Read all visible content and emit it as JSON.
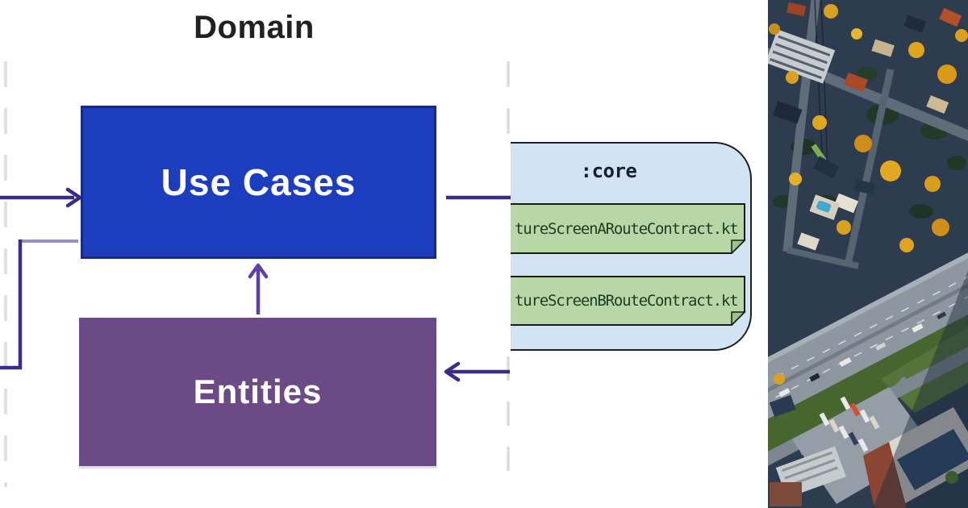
{
  "title": "Domain",
  "boxes": {
    "use_cases": "Use Cases",
    "entities": "Entities"
  },
  "module_card": {
    "title": ":core",
    "files": [
      "tureScreenARouteContract.kt",
      "tureScreenBRouteContract.kt"
    ]
  },
  "colors": {
    "use_cases_box": "#1c3dbe",
    "entities_box": "#6b4a86",
    "module_card_bg": "#d2e4f4",
    "file_chip_bg": "#b7d7a6",
    "arrow_dark": "#3b2b8a",
    "arrow_mid": "#5d3fa6",
    "arrow_light": "#9b8dc8",
    "dashed_guide": "#dcdcdc"
  }
}
